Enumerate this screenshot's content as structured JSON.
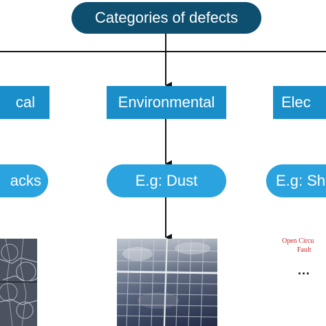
{
  "root": {
    "label": "Categories of defects"
  },
  "categories": [
    {
      "label": "cal"
    },
    {
      "label": "Environmental"
    },
    {
      "label": "Elec"
    }
  ],
  "examples": [
    {
      "label": "acks"
    },
    {
      "label": "E.g: Dust"
    },
    {
      "label": "E.g: Sho"
    }
  ],
  "images": [
    {
      "name": "cracked-panel-photo"
    },
    {
      "name": "dusty-panel-photo"
    }
  ],
  "fault_text": {
    "line1": "Open Circu",
    "line2": "Fault",
    "ellipsis": "..."
  },
  "colors": {
    "root_fill": "#0e4f70",
    "category_fill": "#1a8ec9",
    "example_fill": "#2aa3df",
    "connector": "#111111",
    "fault_text": "#cc2222"
  }
}
